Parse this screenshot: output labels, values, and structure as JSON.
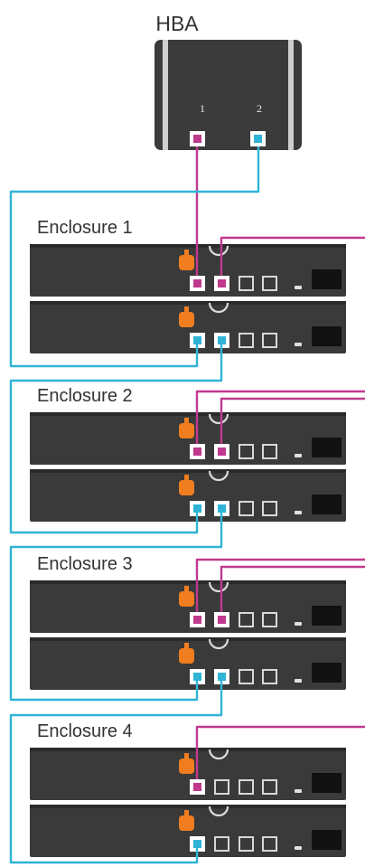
{
  "hba": {
    "title": "HBA",
    "ports": [
      {
        "label": "1",
        "cable": "magenta"
      },
      {
        "label": "2",
        "cable": "cyan"
      }
    ]
  },
  "enclosures": [
    {
      "title": "Enclosure 1",
      "top_ports_connected": 2,
      "bottom_ports_connected": 2
    },
    {
      "title": "Enclosure 2",
      "top_ports_connected": 2,
      "bottom_ports_connected": 2
    },
    {
      "title": "Enclosure 3",
      "top_ports_connected": 2,
      "bottom_ports_connected": 2
    },
    {
      "title": "Enclosure 4",
      "top_ports_connected": 1,
      "bottom_ports_connected": 1
    }
  ],
  "colors": {
    "magenta_cable": "#c0398e",
    "cyan_cable": "#2fb4d6",
    "chassis": "#3a3a3a",
    "chassis_dark": "#2a2a2a",
    "orange_handle": "#f07d1f",
    "text": "#333333"
  }
}
